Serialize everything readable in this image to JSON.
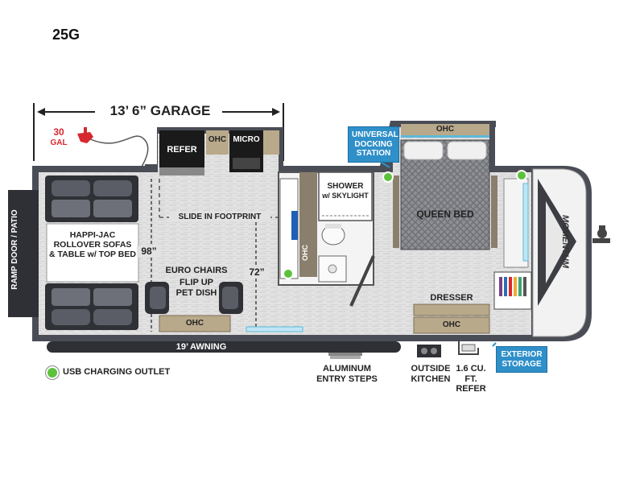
{
  "model": "25G",
  "garage": {
    "dimension": "13’ 6” GARAGE"
  },
  "fuel": {
    "amount": "30",
    "unit": "GAL"
  },
  "labels": {
    "refer": "REFER",
    "ohc": "OHC",
    "micro": "MICRO",
    "slide_footprint": "SLIDE IN FOOTPRINT",
    "shower": "SHOWER",
    "skylight": "w/ SKYLIGHT",
    "universal_docking_line1": "UNIVERSAL",
    "universal_docking_line2": "DOCKING",
    "universal_docking_line3": "STATION",
    "queen_bed": "QUEEN BED",
    "ramp_door": "RAMP DOOR / PATIO",
    "sofas_line1": "HAPPI-JAC",
    "sofas_line2": "ROLLOVER SOFAS",
    "sofas_line3": "& TABLE w/ TOP BED",
    "dim_98": "98”",
    "dim_72": "72”",
    "euro_chairs": "EURO CHAIRS",
    "flip_up_line1": "FLIP UP",
    "flip_up_line2": "PET DISH",
    "dresser": "DRESSER",
    "awning": "19’ AWNING",
    "entry_steps_line1": "ALUMINUM",
    "entry_steps_line2": "ENTRY STEPS",
    "outside_kitchen_line1": "OUTSIDE",
    "outside_kitchen_line2": "KITCHEN",
    "small_refer_line1": "1.6 CU. FT.",
    "small_refer_line2": "REFER",
    "exterior_storage_line1": "EXTERIOR",
    "exterior_storage_line2": "STORAGE",
    "brand": "MOMENTUM"
  },
  "legend": {
    "usb": "USB CHARGING OUTLET"
  },
  "colors": {
    "callout": "#2f8fc9",
    "usb_dot": "#5cc23c",
    "fuel": "#d7282f",
    "wall": "#4a4d55"
  }
}
